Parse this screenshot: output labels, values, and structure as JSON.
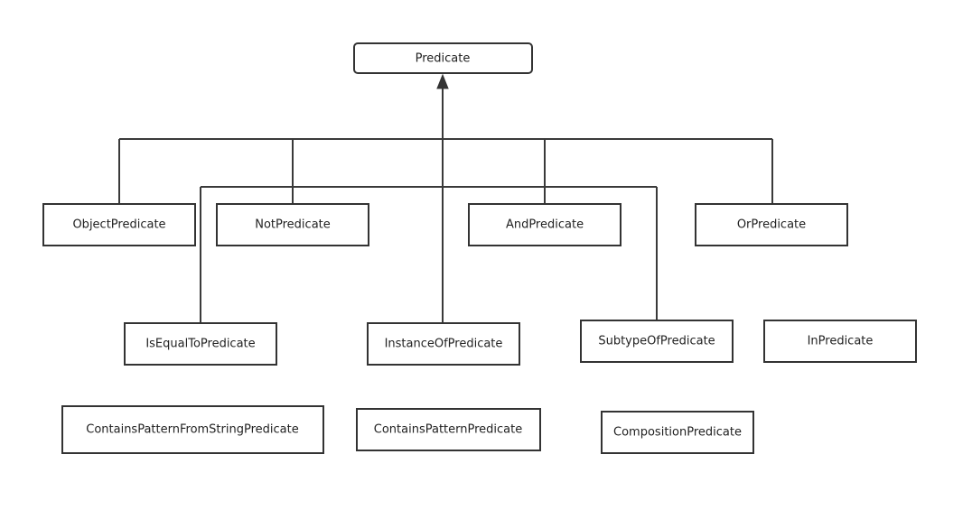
{
  "diagram": {
    "nodes": {
      "predicate": "Predicate",
      "object_predicate": "ObjectPredicate",
      "not_predicate": "NotPredicate",
      "and_predicate": "AndPredicate",
      "or_predicate": "OrPredicate",
      "is_equal_to_predicate": "IsEqualToPredicate",
      "instance_of_predicate": "InstanceOfPredicate",
      "subtype_of_predicate": "SubtypeOfPredicate",
      "in_predicate": "InPredicate",
      "contains_pattern_from_string_predicate": "ContainsPatternFromStringPredicate",
      "contains_pattern_predicate": "ContainsPatternPredicate",
      "composition_predicate": "CompositionPredicate"
    },
    "edges": [
      {
        "from": "object_predicate",
        "to": "predicate",
        "type": "inheritance"
      },
      {
        "from": "not_predicate",
        "to": "predicate",
        "type": "inheritance"
      },
      {
        "from": "and_predicate",
        "to": "predicate",
        "type": "inheritance"
      },
      {
        "from": "or_predicate",
        "to": "predicate",
        "type": "inheritance"
      },
      {
        "from": "is_equal_to_predicate",
        "to": "predicate",
        "type": "inheritance"
      },
      {
        "from": "instance_of_predicate",
        "to": "predicate",
        "type": "inheritance"
      },
      {
        "from": "subtype_of_predicate",
        "to": "predicate",
        "type": "inheritance"
      }
    ]
  }
}
